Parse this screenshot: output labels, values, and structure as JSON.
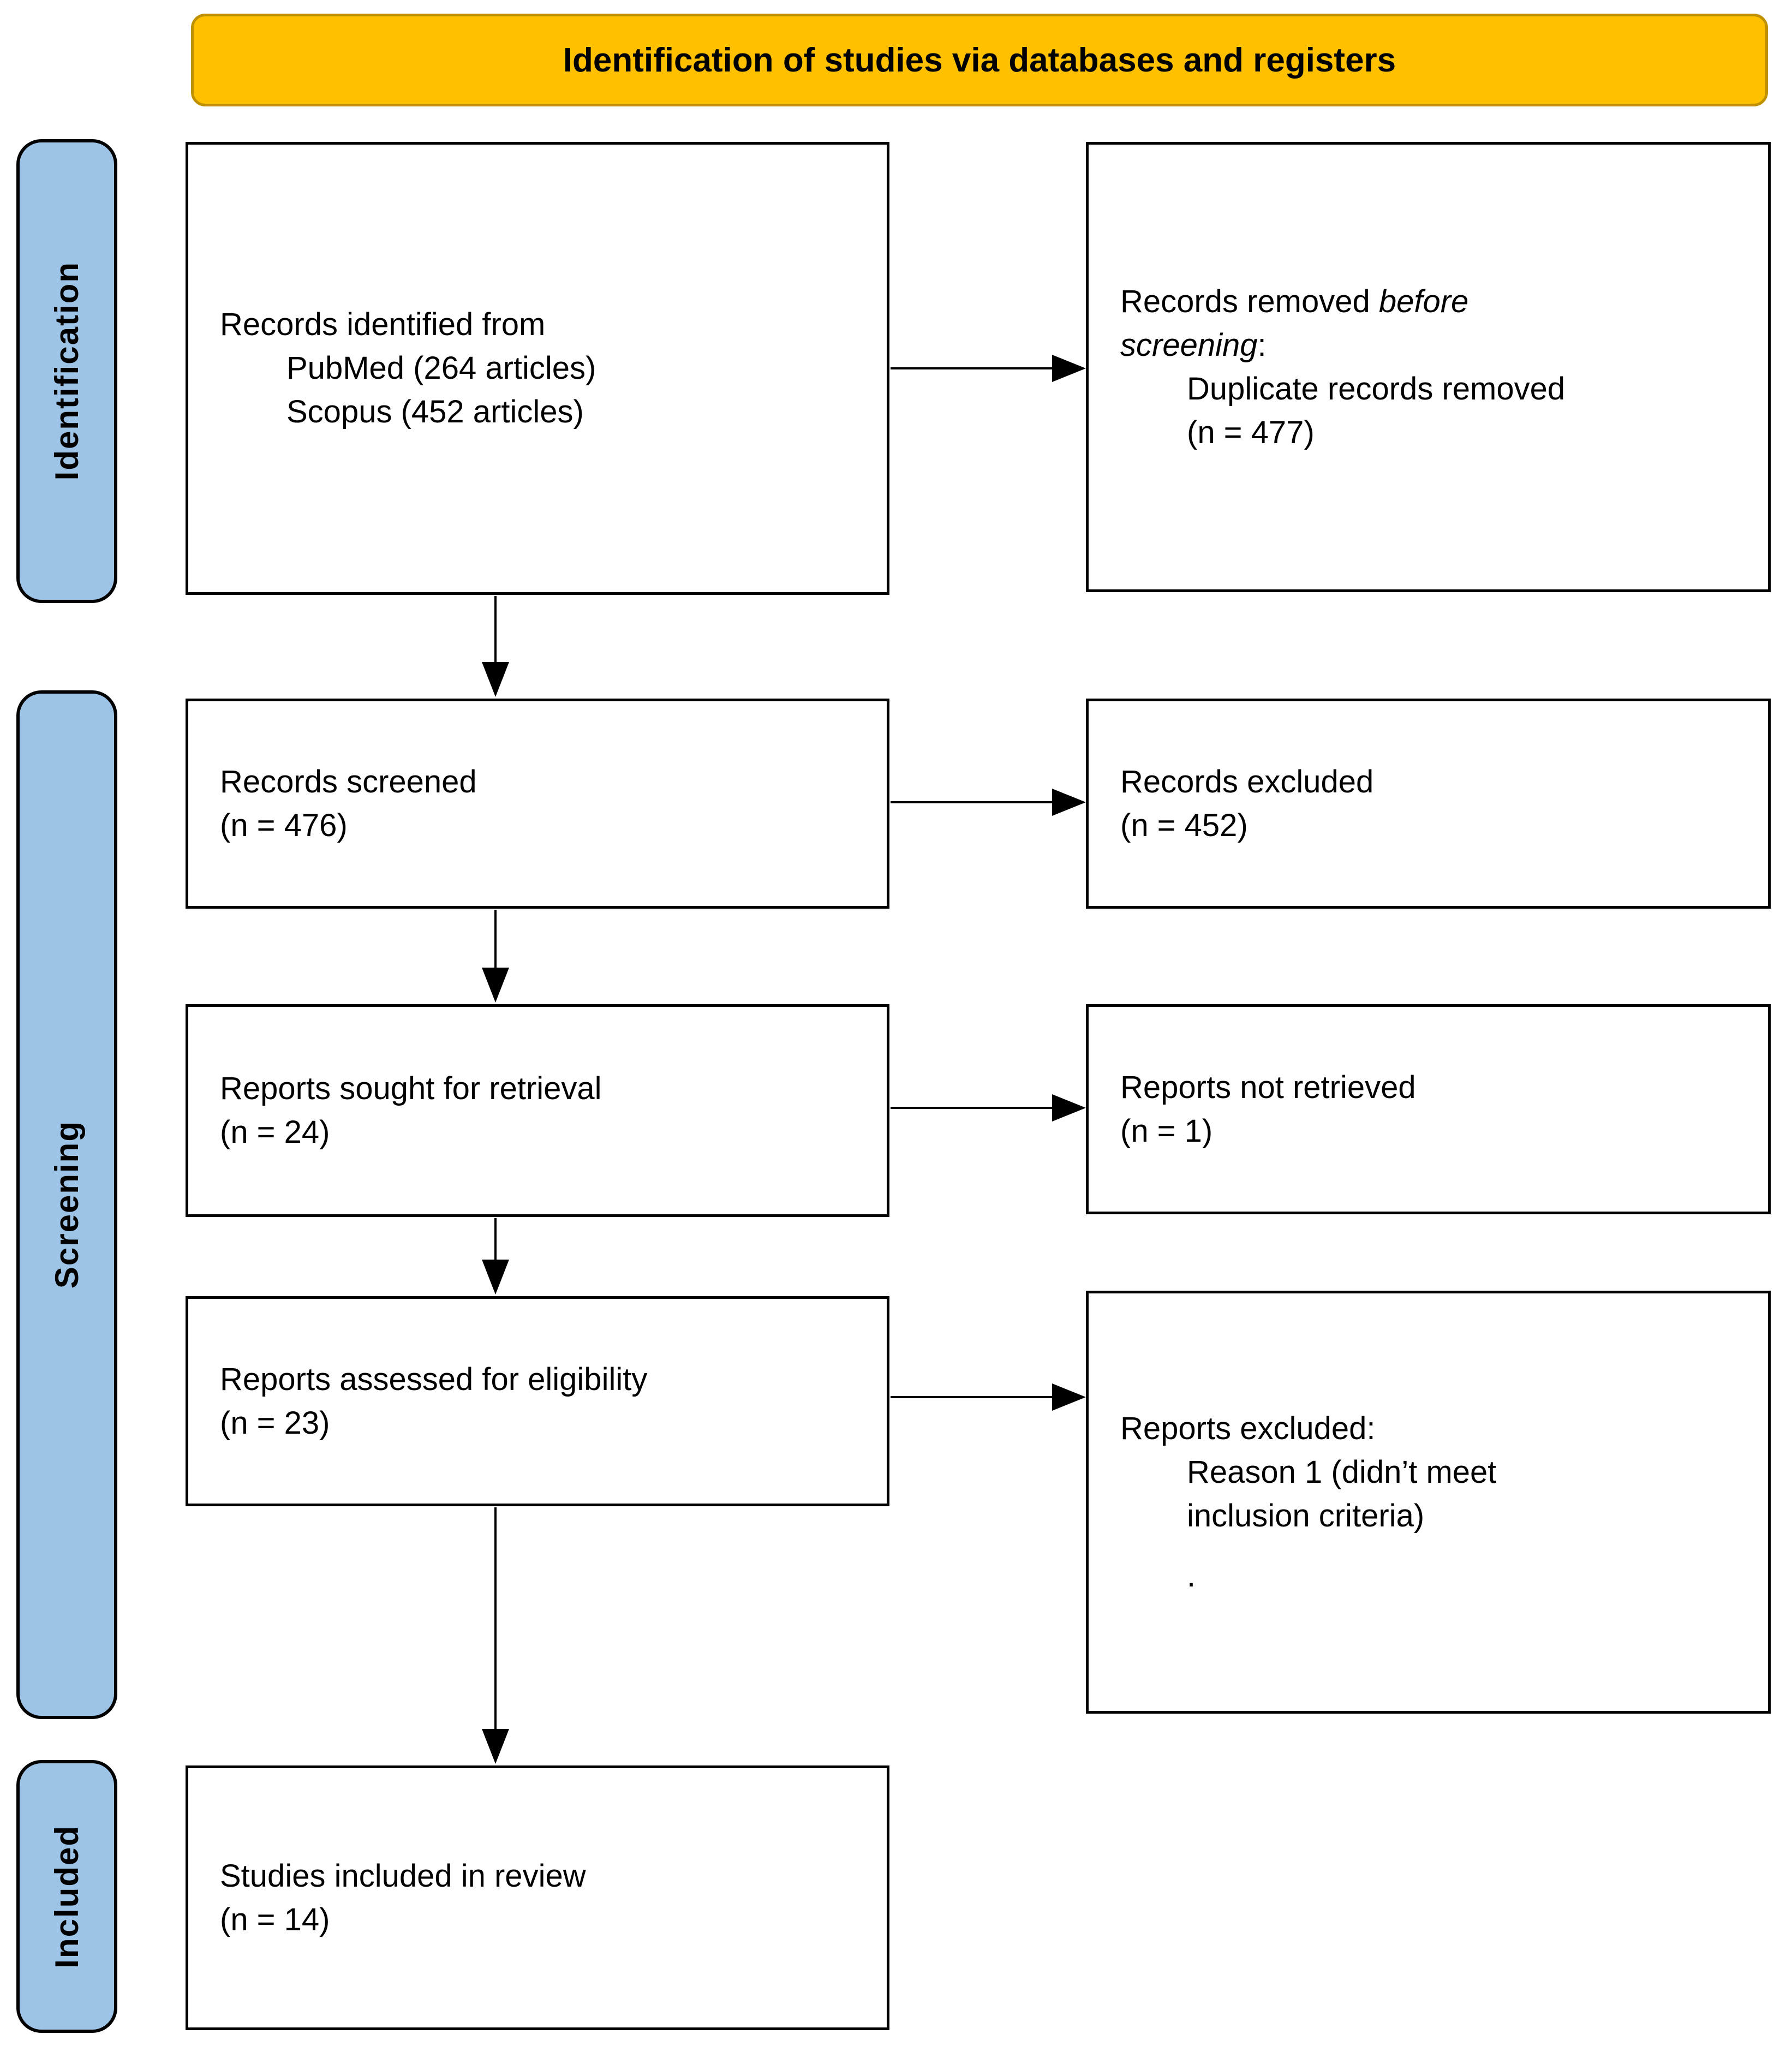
{
  "banner": {
    "title": "Identification of studies via databases and registers"
  },
  "stages": {
    "identification": "Identification",
    "screening": "Screening",
    "included": "Included"
  },
  "boxes": {
    "records_identified": {
      "line1": "Records identified from",
      "items": [
        "PubMed (264 articles)",
        "Scopus (452 articles)"
      ]
    },
    "records_removed": {
      "line1_regular": "Records removed ",
      "line1_italic": "before",
      "line2_italic": "screening",
      "line2_regular": ":",
      "items": [
        "Duplicate records removed",
        "(n = 477)"
      ]
    },
    "records_screened": {
      "line1": "Records screened",
      "line2": "(n = 476)"
    },
    "records_excluded": {
      "line1": "Records excluded",
      "line2": "(n = 452)"
    },
    "reports_sought": {
      "line1": "Reports sought for retrieval",
      "line2": "(n = 24)"
    },
    "reports_not_retrieved": {
      "line1": "Reports not retrieved",
      "line2": "(n = 1)"
    },
    "reports_assessed": {
      "line1": "Reports assessed for eligibility",
      "line2": "(n = 23)"
    },
    "reports_excluded": {
      "line1": "Reports excluded:",
      "items": [
        "Reason 1 (didn’t meet",
        "inclusion criteria)",
        "."
      ]
    },
    "studies_included": {
      "line1": "Studies included in review",
      "line2": "(n = 14)"
    }
  },
  "colors": {
    "banner_fill": "#FFC000",
    "banner_border": "#BF9000",
    "stage_fill": "#9DC3E6",
    "box_border": "#000000"
  }
}
